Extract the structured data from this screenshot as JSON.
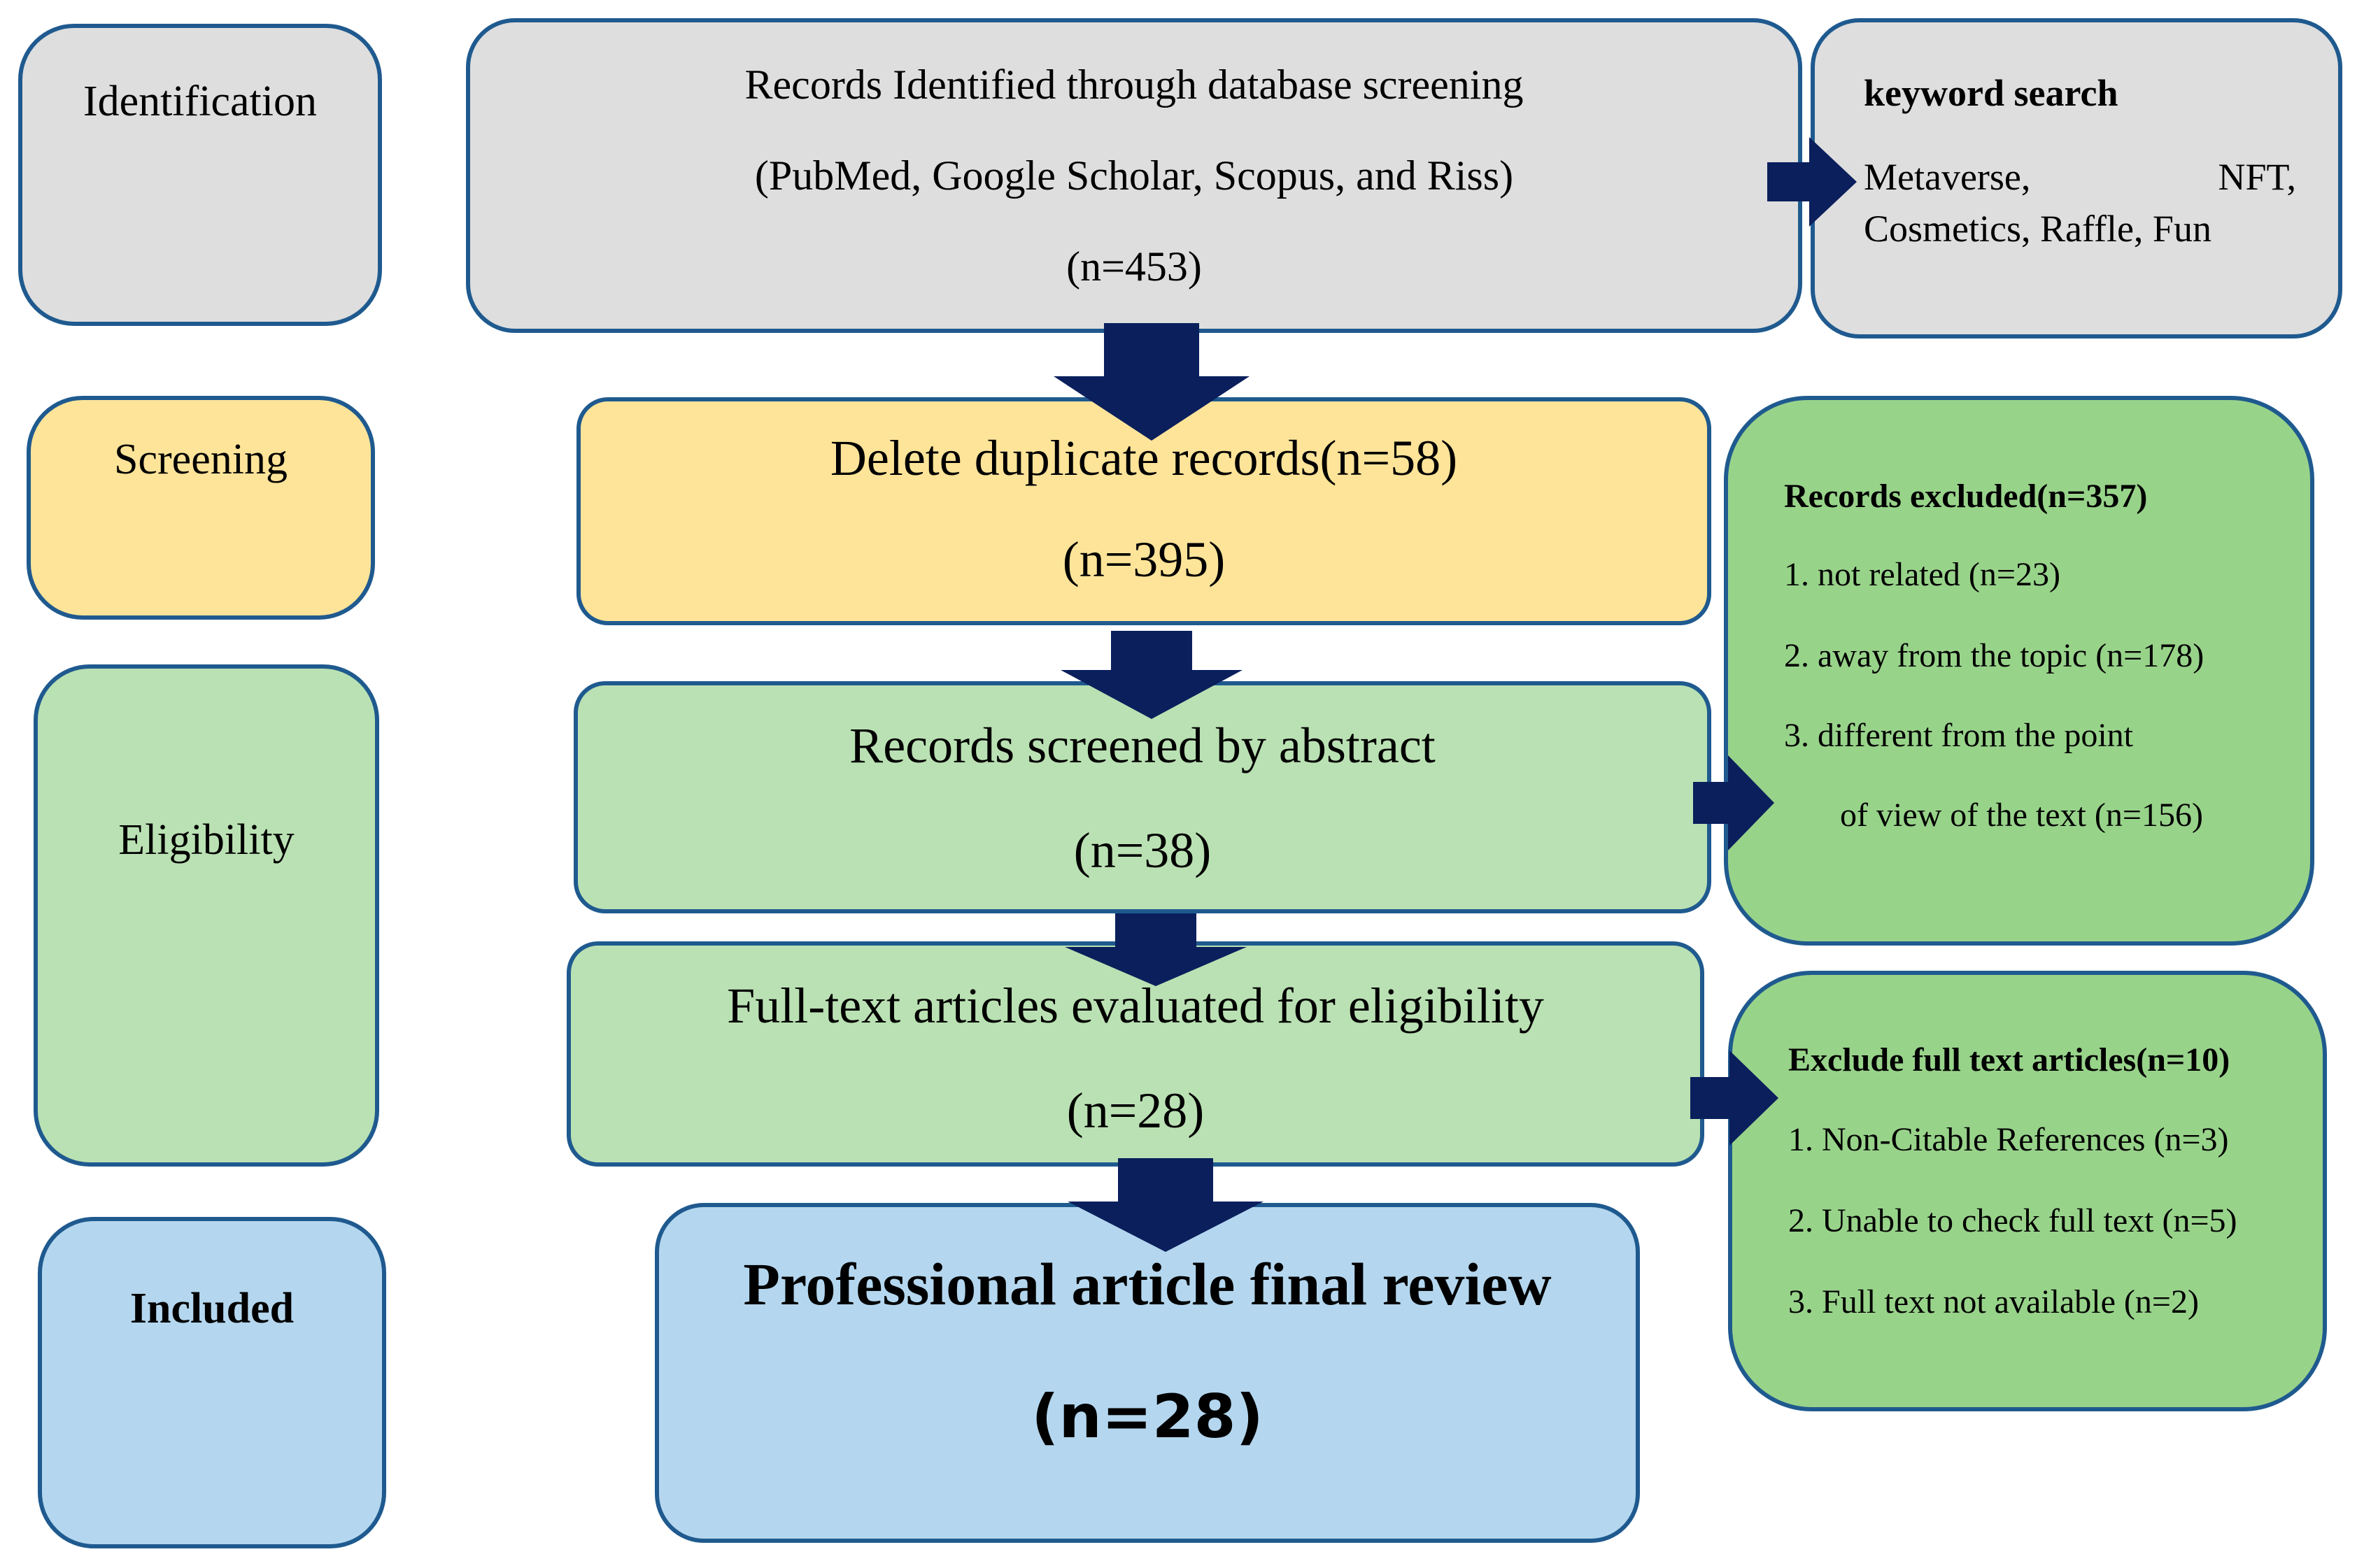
{
  "stages": {
    "identification": "Identification",
    "screening": "Screening",
    "eligibility": "Eligibility",
    "included": "Included"
  },
  "identification_box": {
    "line1": "Records Identified through database screening",
    "line2": "(PubMed, Google Scholar, Scopus, and Riss)",
    "count": "(n=453)"
  },
  "keyword_box": {
    "title": "keyword search",
    "word1": "Metaverse,",
    "word2": "NFT,",
    "line2": "Cosmetics, Raffle, Fun"
  },
  "duplicates_box": {
    "line1": "Delete duplicate records(n=58)",
    "count": "(n=395)"
  },
  "abstract_box": {
    "line1": "Records screened by abstract",
    "count": "(n=38)"
  },
  "fulltext_box": {
    "line1": "Full-text articles evaluated for eligibility",
    "count": "(n=28)"
  },
  "final_box": {
    "line1": "Professional article final review",
    "count": "(n=28)"
  },
  "excluded_box": {
    "title": "Records excluded(n=357)",
    "items": [
      "1. not related (n=23)",
      "2. away from the topic (n=178)",
      "3. different from the point",
      "of view of the text (n=156)"
    ]
  },
  "exclude_fulltext_box": {
    "title": "Exclude full text articles(n=10)",
    "items": [
      "1. Non-Citable References (n=3)",
      "2. Unable to check full text (n=5)",
      "3. Full text not available (n=2)"
    ]
  },
  "colors": {
    "border": "#1f5a8f",
    "arrow": "#0a1f5c",
    "gray": "#dedede",
    "yellow": "#fee499",
    "light_green": "#bae1b3",
    "dark_green": "#98d38a",
    "blue": "#b4d7ef"
  }
}
